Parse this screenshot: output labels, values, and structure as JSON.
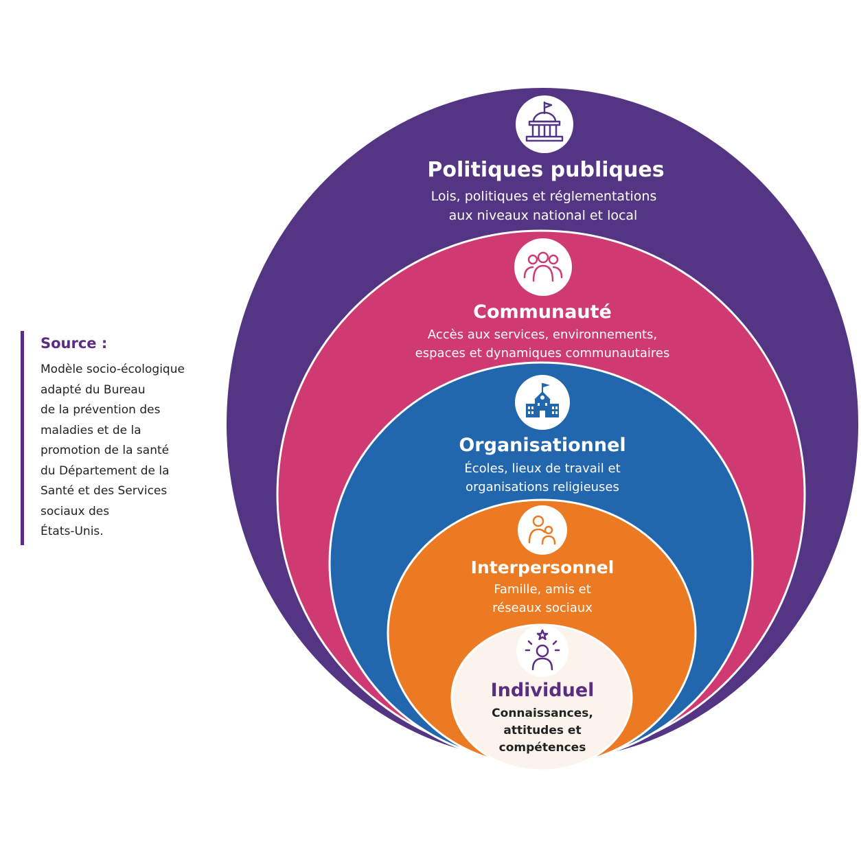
{
  "colors": {
    "purple": "#533583",
    "pink": "#cf3a72",
    "blue": "#2267ad",
    "orange": "#ec7a22",
    "cream": "#fcf4ec",
    "dark_purple": "#5a2d83"
  },
  "source": {
    "title": "Source :",
    "text": "Modèle socio-écologique\nadapté du Bureau\nde la prévention des\nmaladies et de la\npromotion de la santé\ndu Département de la\nSanté et des Services\nsociaux des\nÉtats-Unis."
  },
  "layers": [
    {
      "id": "politiques",
      "icon": "capitol-building-icon",
      "title": "Politiques publiques",
      "line1": "Lois, politiques et réglementations",
      "line2": "aux niveaux national et local"
    },
    {
      "id": "communaute",
      "icon": "group-people-icon",
      "title": "Communauté",
      "line1": "Accès aux services, environnements,",
      "line2": "espaces et dynamiques communautaires"
    },
    {
      "id": "organisationnel",
      "icon": "school-building-icon",
      "title": "Organisationnel",
      "line1": "Écoles, lieux de travail et",
      "line2": "organisations religieuses"
    },
    {
      "id": "interpersonnel",
      "icon": "two-people-icon",
      "title": "Interpersonnel",
      "line1": "Famille, amis et",
      "line2": "réseaux sociaux"
    },
    {
      "id": "individuel",
      "icon": "person-star-icon",
      "title": "Individuel",
      "line1": "Connaissances,",
      "line2": "attitudes et",
      "line3": "compétences"
    }
  ]
}
